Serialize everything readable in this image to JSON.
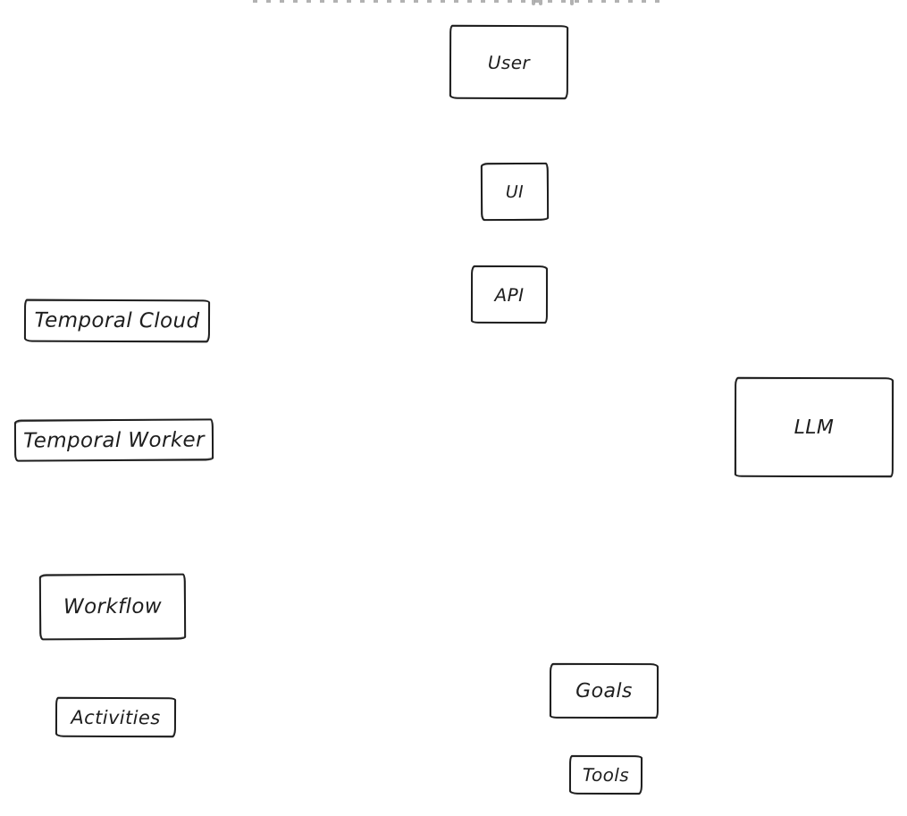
{
  "diagram": {
    "nodes": [
      {
        "id": "user",
        "label": "User"
      },
      {
        "id": "ui",
        "label": "UI"
      },
      {
        "id": "api",
        "label": "API"
      },
      {
        "id": "temporal-cloud",
        "label": "Temporal Cloud"
      },
      {
        "id": "temporal-worker",
        "label": "Temporal Worker"
      },
      {
        "id": "llm",
        "label": "LLM"
      },
      {
        "id": "workflow",
        "label": "Workflow"
      },
      {
        "id": "activities",
        "label": "Activities"
      },
      {
        "id": "goals",
        "label": "Goals"
      },
      {
        "id": "tools",
        "label": "Tools"
      }
    ],
    "colors": {
      "stroke": "#1e1e1e",
      "background": "#ffffff",
      "cropped_text": "#a5a5a5"
    }
  }
}
